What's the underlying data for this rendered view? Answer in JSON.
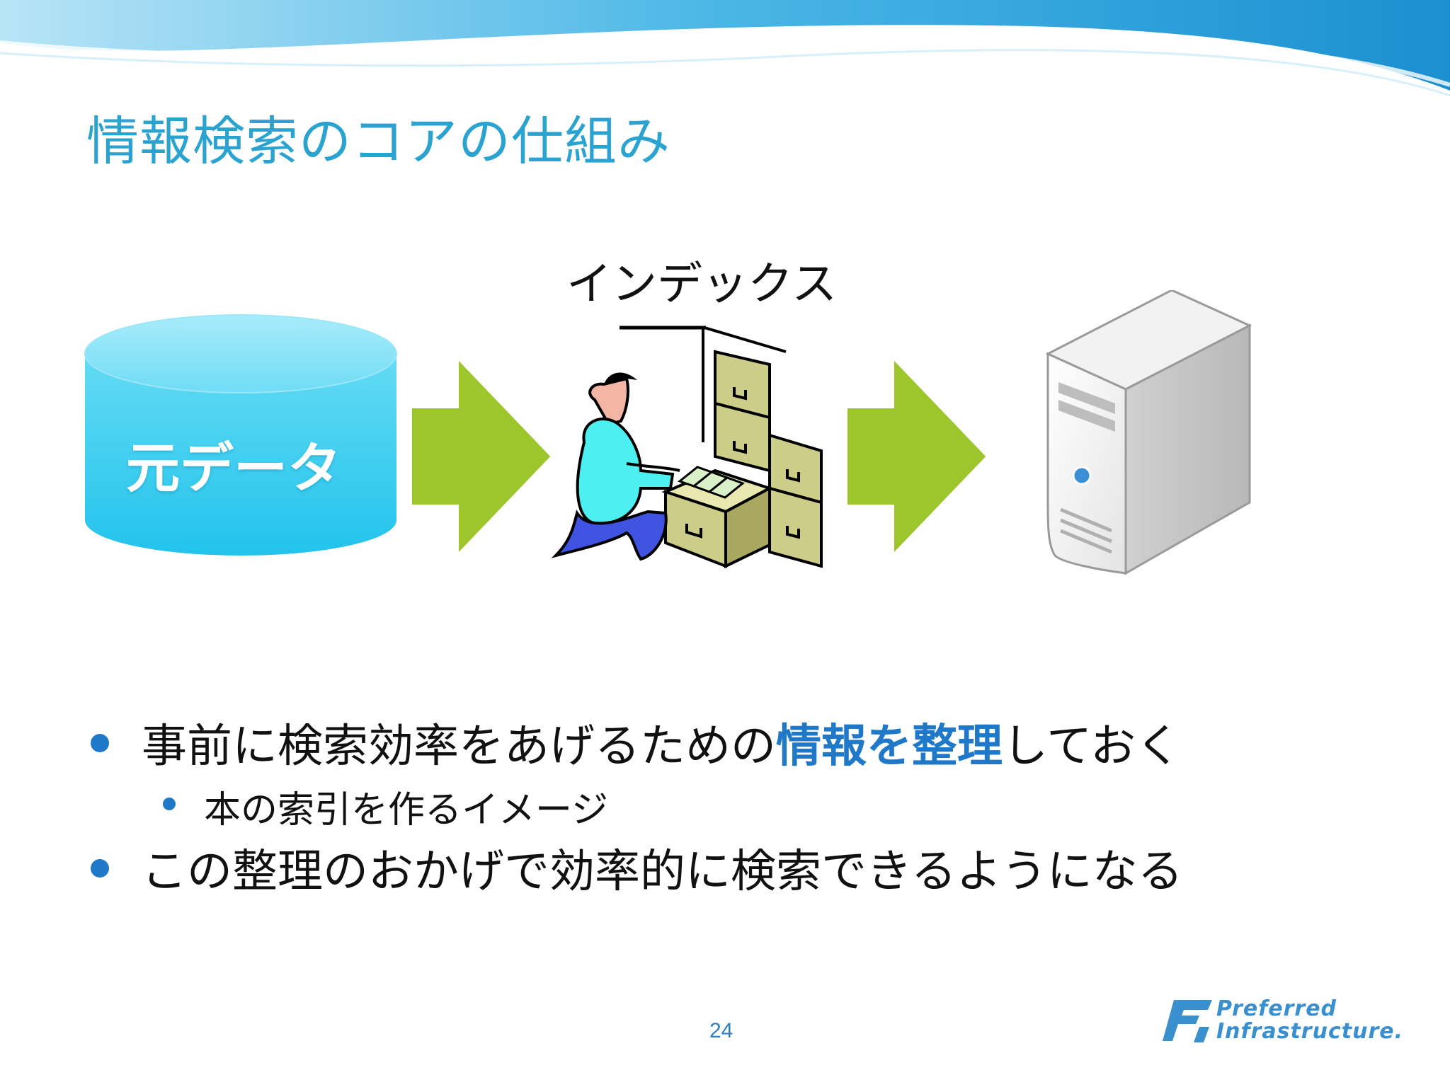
{
  "slide": {
    "title": "情報検索のコアの仕組み",
    "page_number": "24"
  },
  "diagram": {
    "source_label": "元データ",
    "index_label": "インデックス",
    "source_color": "#33d0f0",
    "arrow_color": "#9dc62d",
    "server_color": "#e8e8e8"
  },
  "bullets": [
    {
      "level": 1,
      "text_before": "事前に検索効率をあげるための",
      "highlight": "情報を整理",
      "text_after": "しておく"
    },
    {
      "level": 2,
      "text": "本の索引を作るイメージ"
    },
    {
      "level": 1,
      "text": "この整理のおかげで効率的に検索できるようになる"
    }
  ],
  "brand": {
    "line1": "Preferred",
    "line2": "Infrastructure."
  },
  "colors": {
    "title": "#2aa3d0",
    "highlight": "#1f78c8",
    "bullet": "#1f78c8"
  }
}
